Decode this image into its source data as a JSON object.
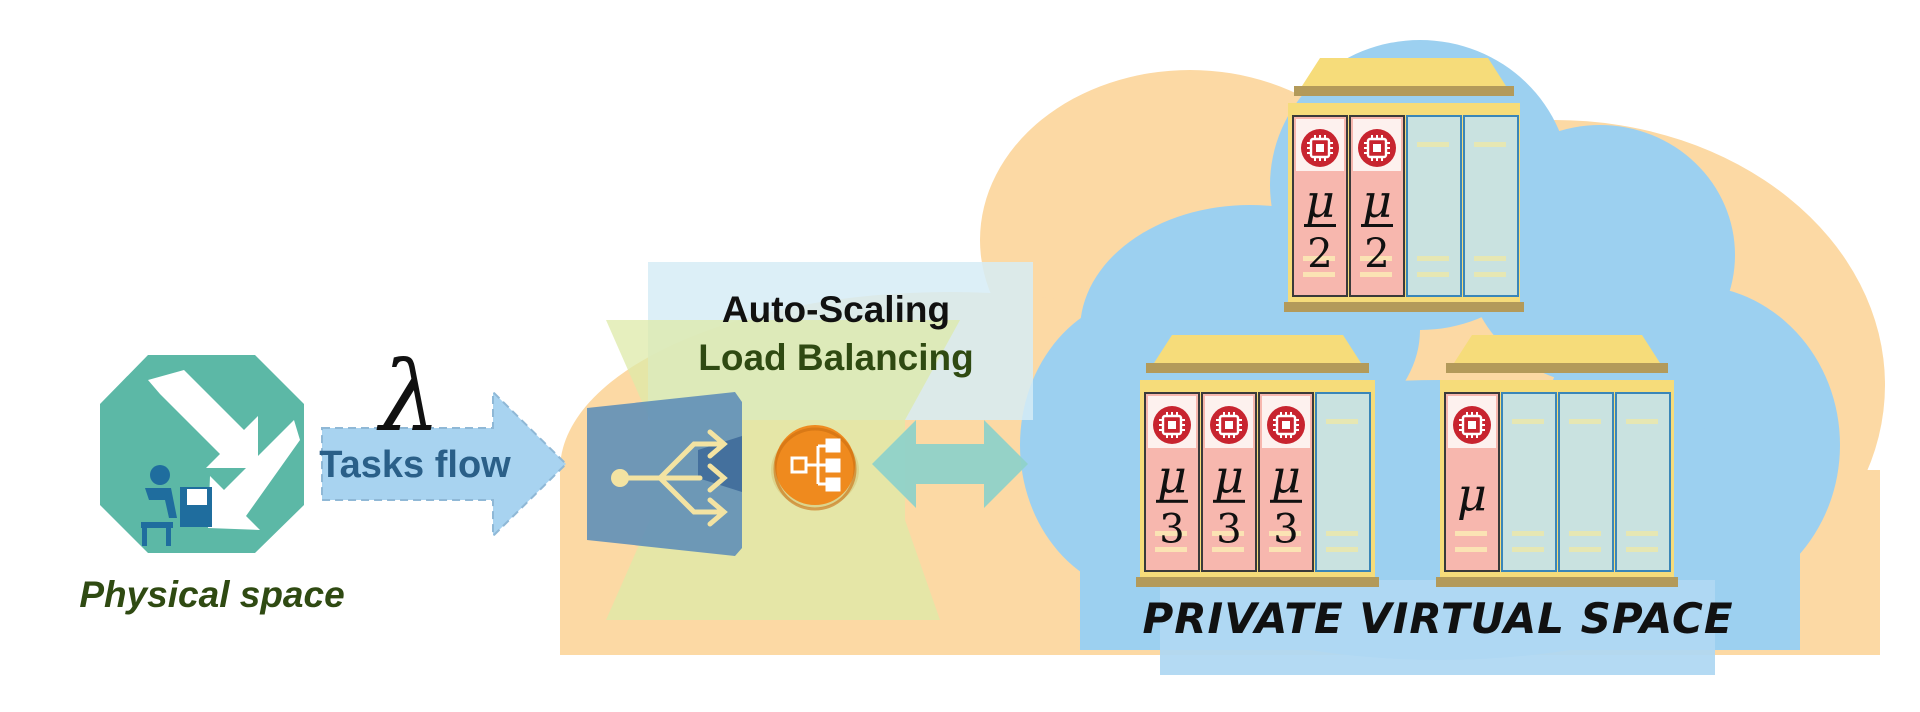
{
  "physical": {
    "label": "Physical space",
    "label_color": "#2f4a12",
    "icon": "user-at-computer-icon",
    "icon_color": "#5cb8a6"
  },
  "flow": {
    "label": "Tasks flow",
    "symbol": "λ",
    "arrow_color": "#a8d3f0",
    "text_color": "#2a5f88"
  },
  "balancer": {
    "line1": "Auto-Scaling",
    "line2": "Load Balancing",
    "icons": [
      "load-balancer-icon",
      "distribution-node-icon"
    ],
    "accent_color": "#ef8a1e"
  },
  "cloud": {
    "label": "PRIVATE VIRTUAL SPACE",
    "orange_color": "#fcd9a4",
    "blue_color": "#9cd0f0"
  },
  "servers": [
    {
      "name": "top-server",
      "active_numerator": "μ",
      "active_denominator": "2",
      "active_count": 2,
      "total_slots": 4
    },
    {
      "name": "bottom-left-server",
      "active_numerator": "μ",
      "active_denominator": "3",
      "active_count": 3,
      "total_slots": 4
    },
    {
      "name": "bottom-right-server",
      "active_numerator": "μ",
      "active_denominator": "",
      "active_count": 1,
      "total_slots": 4
    }
  ],
  "colors": {
    "vm_active": "#f7b7ae",
    "vm_idle": "#c9e2e0",
    "cpu_badge": "#c8242f",
    "rack_top": "#f6dc7a",
    "rack_base": "#b39a5a"
  }
}
